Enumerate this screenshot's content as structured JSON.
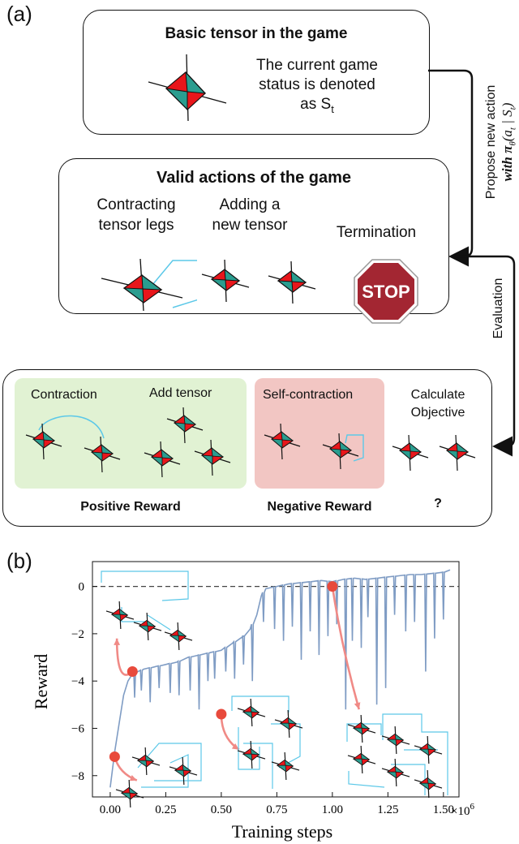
{
  "panel_a": {
    "label": "(a)",
    "basic": {
      "title": "Basic tensor in the game",
      "line1": "The current game",
      "line2": "status is denoted",
      "line3_prefix": "as S",
      "line3_sub": "t"
    },
    "propose": {
      "line1": "Propose new action",
      "line2_prefix": "with π",
      "line2_sub": "θ",
      "line2_args": "(a",
      "line2_args_sub": "t",
      "line2_bar": " | S",
      "line2_bar_sub": "t",
      "line2_close": ")"
    },
    "actions": {
      "title": "Valid actions of the game",
      "contract_1": "Contracting",
      "contract_2": "tensor legs",
      "add_1": "Adding a",
      "add_2": "new tensor",
      "termination": "Termination",
      "stop": "STOP"
    },
    "evaluation": "Evaluation",
    "rewards": {
      "contraction": "Contraction",
      "add_tensor": "Add tensor",
      "self_contraction": "Self-contraction",
      "calc_1": "Calculate",
      "calc_2": "Objective",
      "positive": "Positive Reward",
      "negative": "Negative Reward",
      "unknown": "?"
    }
  },
  "panel_b": {
    "label": "(b)"
  },
  "colors": {
    "teal": "#2a9d8f",
    "red": "#e8161b",
    "green_bg": "#e1f2d3",
    "pink_bg": "#f2c6c3",
    "curve": "#7f9cc4",
    "marker": "#e84a3c",
    "arrow": "#f08a86",
    "bond": "#5cc8e8",
    "stop_red": "#a32632"
  },
  "chart_data": {
    "type": "line",
    "xlabel": "Training steps",
    "ylabel": "Reward",
    "x_multiplier": "×10",
    "x_multiplier_exp": "6",
    "x_ticks": [
      "0.00",
      "0.25",
      "0.50",
      "0.75",
      "1.00",
      "1.25",
      "1.50"
    ],
    "x_tick_values": [
      0,
      0.25,
      0.5,
      0.75,
      1.0,
      1.25,
      1.5
    ],
    "y_ticks": [
      "0",
      "−2",
      "−4",
      "−6",
      "−8"
    ],
    "y_tick_values": [
      0,
      -2,
      -4,
      -6,
      -8
    ],
    "xlim": [
      -0.08,
      1.57
    ],
    "ylim": [
      -8.9,
      1.05
    ],
    "reference_line_y": 0,
    "markers": [
      {
        "x": 0.02,
        "y": -7.2
      },
      {
        "x": 0.1,
        "y": -3.6
      },
      {
        "x": 0.5,
        "y": -5.4
      },
      {
        "x": 1.0,
        "y": 0.0
      }
    ],
    "series": [
      {
        "x": [
          0.0,
          0.02,
          0.04,
          0.06,
          0.08,
          0.1,
          0.15,
          0.2,
          0.25,
          0.3,
          0.35,
          0.4,
          0.45,
          0.5,
          0.55,
          0.6,
          0.63,
          0.66,
          0.68,
          0.7,
          0.75,
          0.8,
          0.85,
          0.9,
          0.95,
          1.0,
          1.05,
          1.1,
          1.15,
          1.2,
          1.25,
          1.3,
          1.35,
          1.4,
          1.45,
          1.5,
          1.53
        ],
        "y": [
          -8.5,
          -7.0,
          -5.8,
          -4.6,
          -4.0,
          -3.7,
          -3.5,
          -3.4,
          -3.3,
          -3.2,
          -3.0,
          -2.9,
          -2.8,
          -2.7,
          -2.4,
          -2.1,
          -1.8,
          -1.2,
          -0.4,
          -0.1,
          0.0,
          0.1,
          0.15,
          0.2,
          0.25,
          0.2,
          0.3,
          0.35,
          0.3,
          0.35,
          0.4,
          0.45,
          0.5,
          0.5,
          0.55,
          0.6,
          0.7
        ]
      }
    ],
    "dips": [
      {
        "x": 0.11,
        "y": -4.7
      },
      {
        "x": 0.14,
        "y": -4.4
      },
      {
        "x": 0.18,
        "y": -4.9
      },
      {
        "x": 0.22,
        "y": -4.3
      },
      {
        "x": 0.27,
        "y": -4.5
      },
      {
        "x": 0.31,
        "y": -4.6
      },
      {
        "x": 0.36,
        "y": -4.4
      },
      {
        "x": 0.4,
        "y": -5.2
      },
      {
        "x": 0.44,
        "y": -4.0
      },
      {
        "x": 0.47,
        "y": -3.9
      },
      {
        "x": 0.52,
        "y": -3.6
      },
      {
        "x": 0.56,
        "y": -3.9
      },
      {
        "x": 0.6,
        "y": -3.3
      },
      {
        "x": 0.64,
        "y": -4.0
      },
      {
        "x": 0.69,
        "y": -1.5
      },
      {
        "x": 0.74,
        "y": -1.8
      },
      {
        "x": 0.78,
        "y": -2.3
      },
      {
        "x": 0.82,
        "y": -1.7
      },
      {
        "x": 0.86,
        "y": -3.1
      },
      {
        "x": 0.9,
        "y": -1.9
      },
      {
        "x": 0.94,
        "y": -2.9
      },
      {
        "x": 0.98,
        "y": -2.1
      },
      {
        "x": 1.02,
        "y": -1.6
      },
      {
        "x": 1.06,
        "y": -5.2
      },
      {
        "x": 1.09,
        "y": -2.3
      },
      {
        "x": 1.13,
        "y": -2.6
      },
      {
        "x": 1.16,
        "y": -1.3
      },
      {
        "x": 1.2,
        "y": -5.0
      },
      {
        "x": 1.24,
        "y": -4.3
      },
      {
        "x": 1.28,
        "y": -1.2
      },
      {
        "x": 1.33,
        "y": -1.9
      },
      {
        "x": 1.37,
        "y": -1.5
      },
      {
        "x": 1.42,
        "y": -3.6
      },
      {
        "x": 1.46,
        "y": -2.2
      },
      {
        "x": 1.5,
        "y": -1.4
      }
    ]
  }
}
